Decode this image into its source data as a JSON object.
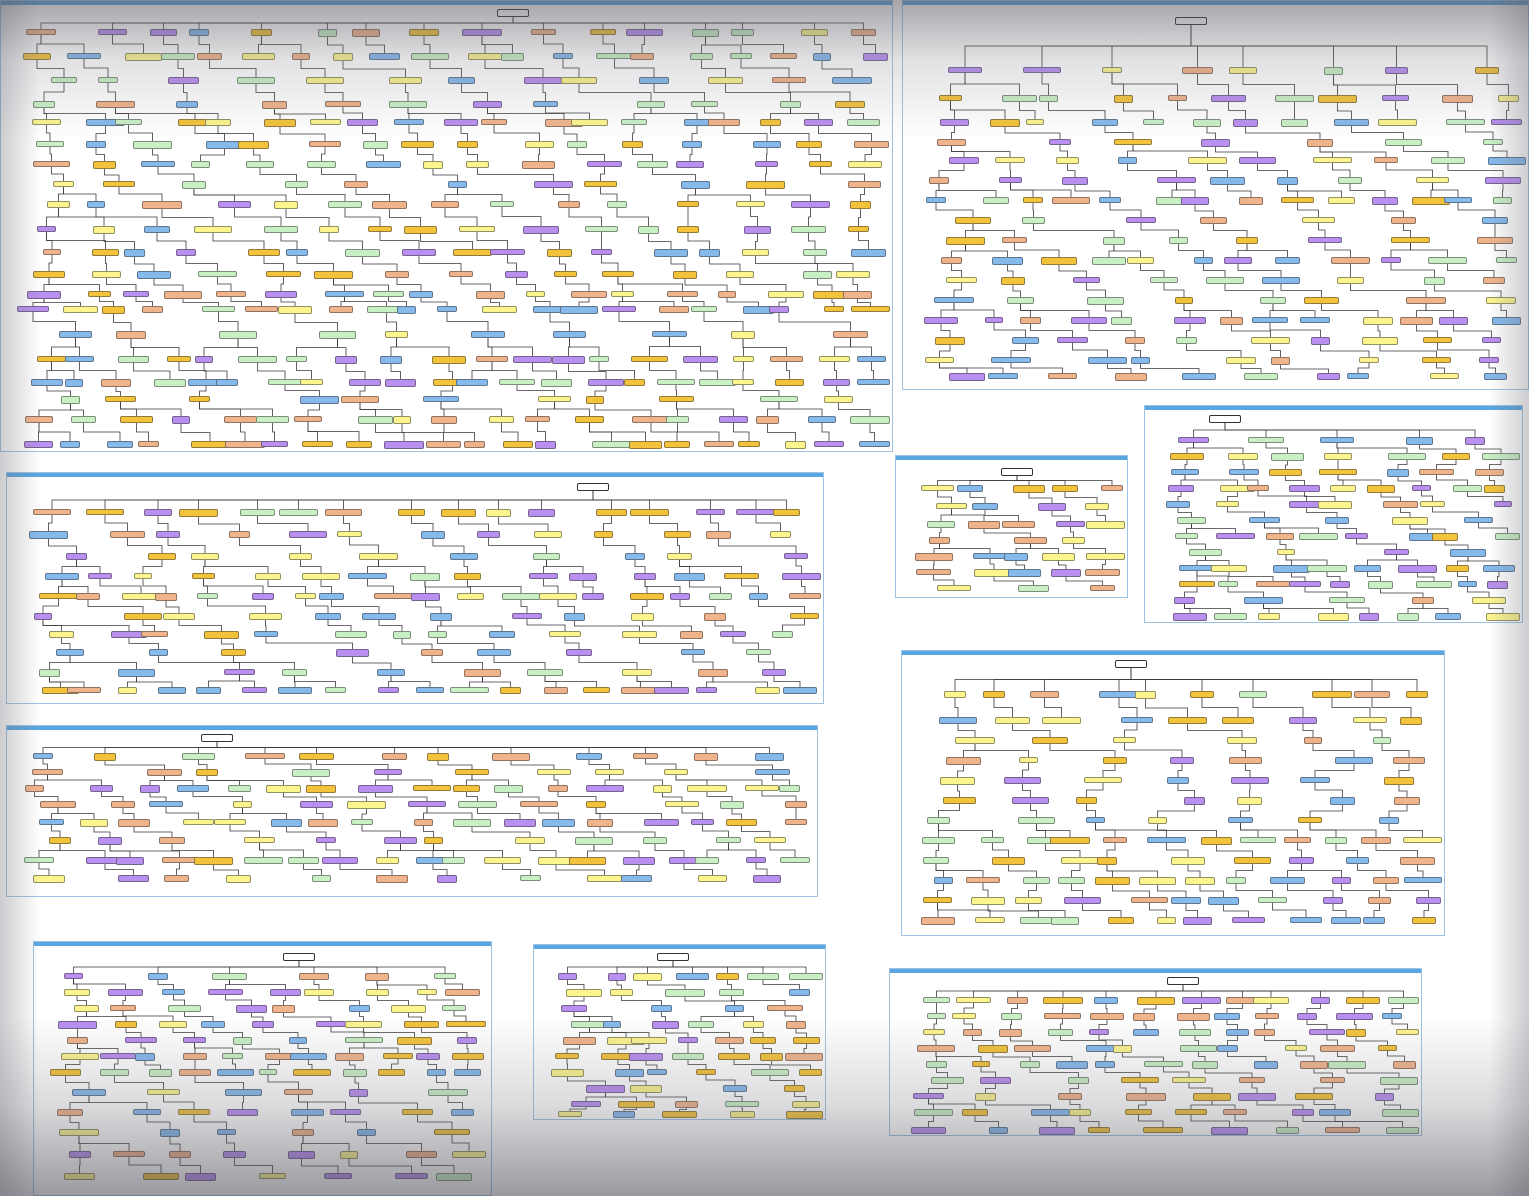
{
  "canvas": {
    "background": "#ffffff"
  },
  "palette": {
    "green": "#c9efc5",
    "orange": "#f3c33b",
    "salmon": "#f0b48c",
    "purple": "#b98ff0",
    "blue": "#86b9ec",
    "yellow": "#fbf48f",
    "red": "#f06a2c",
    "slate": "#9ea7b9",
    "white": "#ffffff",
    "panel_header": "#5aa6e0",
    "panel_border": "#9dc2e4",
    "edge": "#3a3a3a"
  },
  "panels": [
    {
      "key": "p1",
      "title": ""
    },
    {
      "key": "p2",
      "title": ""
    },
    {
      "key": "p3",
      "title": ""
    },
    {
      "key": "p4",
      "title": ""
    },
    {
      "key": "p5",
      "title": ""
    },
    {
      "key": "p6",
      "title": ""
    },
    {
      "key": "p7",
      "title": ""
    },
    {
      "key": "p8",
      "title": ""
    },
    {
      "key": "p9",
      "title": ""
    }
  ]
}
